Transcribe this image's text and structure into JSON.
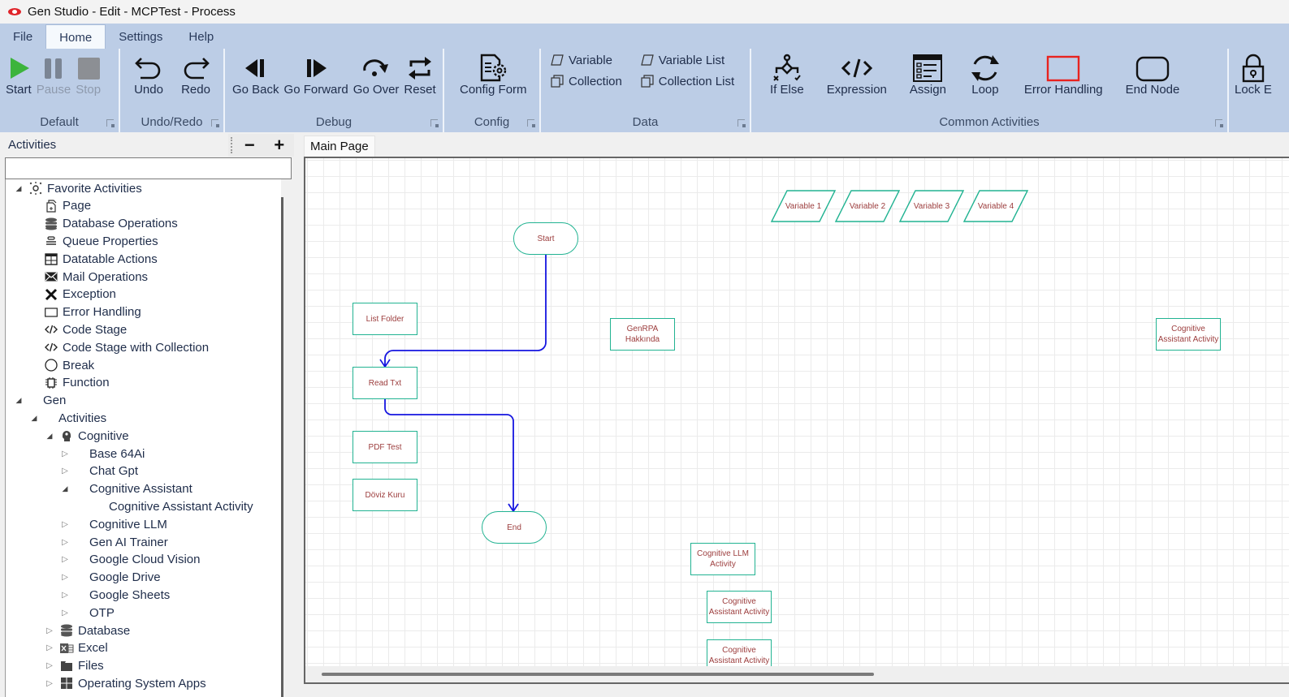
{
  "window": {
    "title": "Gen Studio - Edit - MCPTest - Process"
  },
  "menu": {
    "tabs": [
      {
        "label": "File",
        "active": false
      },
      {
        "label": "Home",
        "active": true
      },
      {
        "label": "Settings",
        "active": false
      },
      {
        "label": "Help",
        "active": false
      }
    ]
  },
  "ribbon": {
    "default": {
      "label": "Default",
      "start": "Start",
      "pause": "Pause",
      "stop": "Stop"
    },
    "undoredo": {
      "label": "Undo/Redo",
      "undo": "Undo",
      "redo": "Redo"
    },
    "debug": {
      "label": "Debug",
      "go_back": "Go Back",
      "go_forward": "Go Forward",
      "go_over": "Go Over",
      "reset": "Reset"
    },
    "config": {
      "label": "Config",
      "config_form": "Config Form"
    },
    "data": {
      "label": "Data",
      "variable": "Variable",
      "variable_list": "Variable List",
      "collection": "Collection",
      "collection_list": "Collection List"
    },
    "common": {
      "label": "Common Activities",
      "if_else": "If Else",
      "expression": "Expression",
      "assign": "Assign",
      "loop": "Loop",
      "error_handling": "Error Handling",
      "end_node": "End Node"
    },
    "lock": {
      "label": "Lock E"
    },
    "colors": {
      "start_green": "#3cb43c",
      "error_red": "#e8231f"
    }
  },
  "activities_panel": {
    "title": "Activities",
    "collapse_label": "−",
    "expand_label": "+",
    "search_value": "",
    "tree": [
      {
        "label": "Favorite Activities",
        "icon": "favorites-icon",
        "exp": "◢"
      },
      {
        "label": "Page",
        "icon": "page-icon"
      },
      {
        "label": "Database Operations",
        "icon": "database-icon"
      },
      {
        "label": "Queue Properties",
        "icon": "queue-icon"
      },
      {
        "label": "Datatable Actions",
        "icon": "table-icon"
      },
      {
        "label": "Mail Operations",
        "icon": "mail-icon"
      },
      {
        "label": "Exception",
        "icon": "x-icon"
      },
      {
        "label": "Error Handling",
        "icon": "rectangle-icon"
      },
      {
        "label": "Code Stage",
        "icon": "code-icon"
      },
      {
        "label": "Code Stage with Collection",
        "icon": "code-icon"
      },
      {
        "label": "Break",
        "icon": "circle-icon"
      },
      {
        "label": "Function",
        "icon": "chip-icon"
      },
      {
        "label": "Gen",
        "exp": "◢"
      },
      {
        "label": "Activities",
        "exp": "◢"
      },
      {
        "label": "Cognitive",
        "icon": "brain-icon",
        "exp": "◢"
      },
      {
        "label": "Base 64Ai",
        "exp": "▷"
      },
      {
        "label": "Chat Gpt",
        "exp": "▷"
      },
      {
        "label": "Cognitive Assistant",
        "exp": "◢"
      },
      {
        "label": "Cognitive Assistant Activity"
      },
      {
        "label": "Cognitive LLM",
        "exp": "▷"
      },
      {
        "label": "Gen AI Trainer",
        "exp": "▷"
      },
      {
        "label": "Google Cloud Vision",
        "exp": "▷"
      },
      {
        "label": "Google Drive",
        "exp": "▷"
      },
      {
        "label": "Google Sheets",
        "exp": "▷"
      },
      {
        "label": "OTP",
        "exp": "▷"
      },
      {
        "label": "Database",
        "icon": "database-icon",
        "exp": "▷"
      },
      {
        "label": "Excel",
        "icon": "excel-icon",
        "exp": "▷"
      },
      {
        "label": "Files",
        "icon": "folder-icon",
        "exp": "▷"
      },
      {
        "label": "Operating System Apps",
        "icon": "windows-icon",
        "exp": "▷"
      }
    ]
  },
  "document": {
    "tab": "Main Page",
    "nodes": {
      "start": "Start",
      "end": "End",
      "list_folder": "List Folder",
      "read_txt": "Read Txt",
      "pdf_test": "PDF Test",
      "doviz_kuru": "Döviz Kuru",
      "genrpa": "GenRPA Hakkında",
      "cognitive_llm": "Cognitive LLM Activity",
      "cog_assist_1": "Cognitive Assistant Activity",
      "cog_assist_2": "Cognitive Assistant Activity",
      "cog_assist_3": "Cognitive Assistant Activity",
      "variables": [
        "Variable 1",
        "Variable 2",
        "Variable 3",
        "Variable 4"
      ]
    },
    "colors": {
      "node_border": "#22b392",
      "node_text": "#9c3d3d",
      "connector": "#1515e0"
    }
  }
}
